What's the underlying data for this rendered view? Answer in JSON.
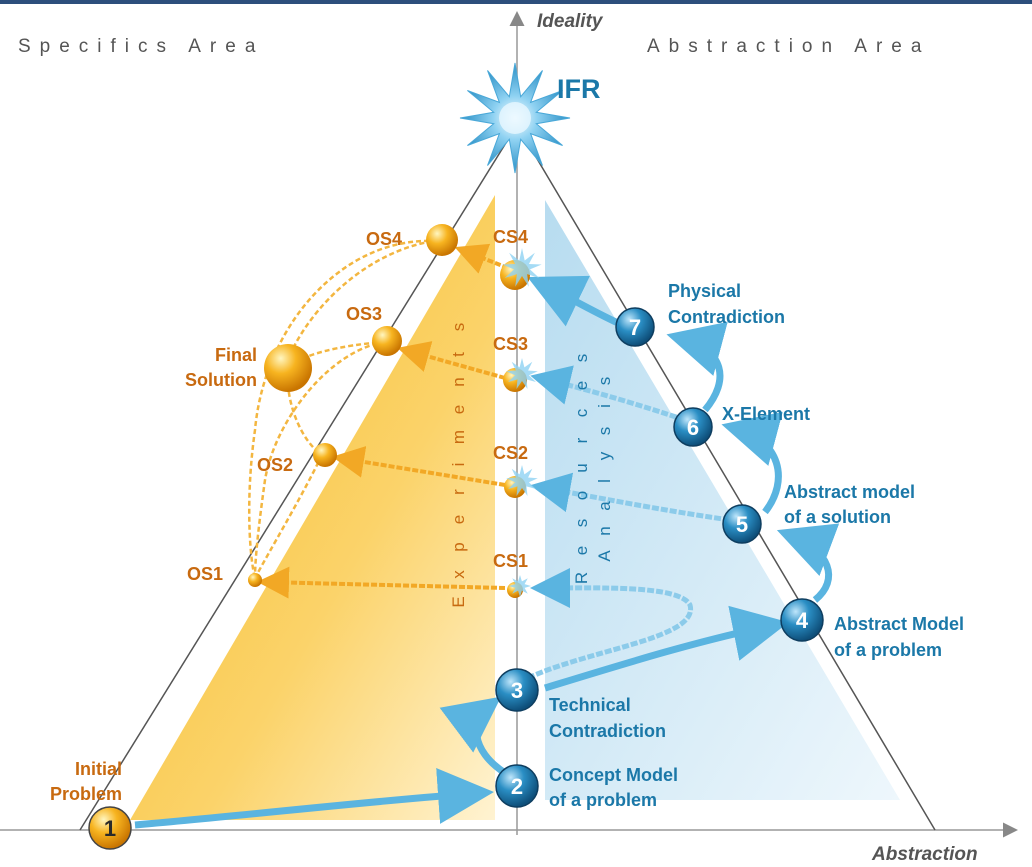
{
  "headers": {
    "specifics_area": "Specifics Area",
    "abstraction_area": "Abstraction Area"
  },
  "axes": {
    "y_label": "Ideality",
    "x_label": "Abstraction"
  },
  "ifr": "IFR",
  "concrete_solutions": [
    "CS4",
    "CS3",
    "CS2",
    "CS1"
  ],
  "other_solutions": [
    "OS4",
    "OS3",
    "OS2",
    "OS1"
  ],
  "final_solution": [
    "Final",
    "Solution"
  ],
  "initial_problem": [
    "Initial",
    "Problem"
  ],
  "vertical_labels": {
    "experiments": [
      "E",
      "x",
      "p",
      "e",
      "r",
      "i",
      "m",
      "e",
      "n",
      "t",
      "s"
    ],
    "resources": [
      "R",
      "e",
      "s",
      "o",
      "u",
      "r",
      "c",
      "e",
      "s"
    ],
    "analysis": [
      "A",
      "n",
      "a",
      "l",
      "y",
      "s",
      "i",
      "s"
    ]
  },
  "steps": [
    {
      "number": "1",
      "lines": []
    },
    {
      "number": "2",
      "lines": [
        "Concept Model",
        "of a problem"
      ]
    },
    {
      "number": "3",
      "lines": [
        "Technical",
        "Contradiction"
      ]
    },
    {
      "number": "4",
      "lines": [
        "Abstract Model",
        "of a problem"
      ]
    },
    {
      "number": "5",
      "lines": [
        "Abstract model",
        "of a solution"
      ]
    },
    {
      "number": "6",
      "lines": [
        "X-Element"
      ]
    },
    {
      "number": "7",
      "lines": [
        "Physical",
        "Contradiction"
      ]
    }
  ],
  "colors": {
    "orange": "#f0a010",
    "orange_text": "#c86a10",
    "blue": "#2a8ec4",
    "blue_text": "#1b78a8",
    "arrow_blue": "#5ab4e0"
  }
}
